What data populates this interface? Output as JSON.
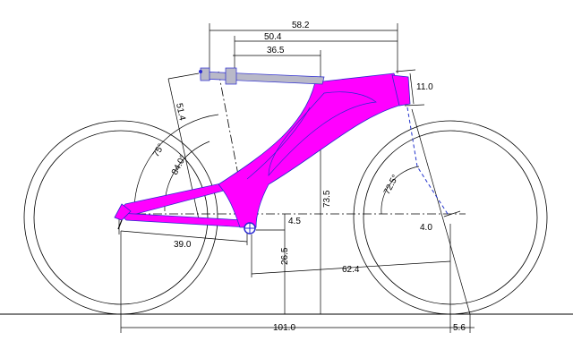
{
  "drawing": {
    "colors": {
      "frame": "#ff00ff",
      "frame_outline": "#2a2ad0",
      "lines": "#000000",
      "seatpost": "#b9b9c8"
    },
    "dimensions": {
      "top_58_2": "58.2",
      "top_50_4": "50.4",
      "top_36_5": "36.5",
      "head_11_0": "11.0",
      "seat_51_4": "51.4",
      "angle_75": "75°",
      "angle_84": "84.0°",
      "angle_72_5": "72.5°",
      "height_73_5": "73.5",
      "drop_4_5": "4.5",
      "bb_26_5": "26.5",
      "chainstay_39_0": "39.0",
      "front_62_4": "62.4",
      "offset_4_0": "4.0",
      "wheelbase_101_0": "101.0",
      "trail_5_6": "5.6"
    }
  }
}
